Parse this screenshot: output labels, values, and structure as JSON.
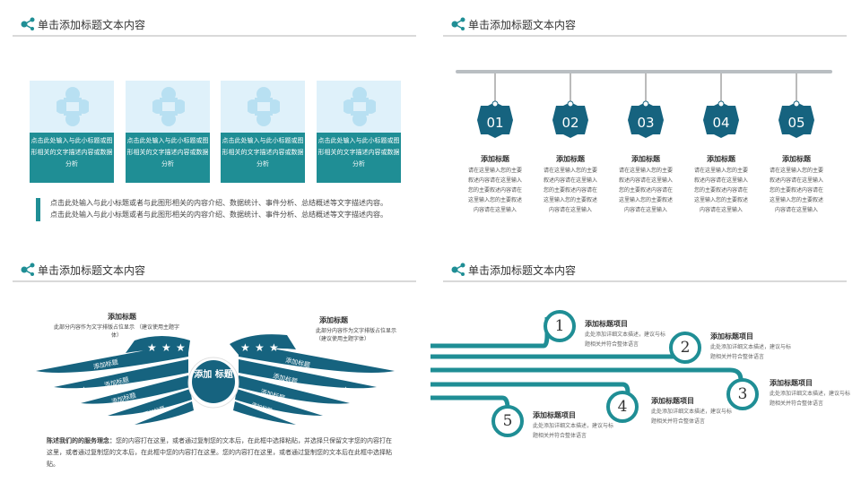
{
  "header_title": "单击添加标题文本内容",
  "colors": {
    "teal": "#1f8e95",
    "dark_teal": "#16637f",
    "light_blue": "#dff1fa",
    "gray_line": "#d9d9d9"
  },
  "panel1": {
    "cards": [
      {
        "caption": "点击此处输入与此小标题或图形相关的文字描述内容或数据分析"
      },
      {
        "caption": "点击此处输入与此小标题或图形相关的文字描述内容或数据分析"
      },
      {
        "caption": "点击此处输入与此小标题或图形相关的文字描述内容或数据分析"
      },
      {
        "caption": "点击此处输入与此小标题或图形相关的文字描述内容或数据分析"
      }
    ],
    "paragraph": "点击此处输入与此小标题或者与此图形相关的内容介绍、数据统计、事件分析、总结概述等文字描述内容。点击此处输入与此小标题或者与此图形相关的内容介绍、数据统计、事件分析、总结概述等文字描述内容。"
  },
  "panel2": {
    "tags": [
      {
        "num": "01",
        "title": "添加标题",
        "desc": "请在这里输入您的主要叙述内容请在这里输入您的主要叙述内容请在这里输入您的主要叙述内容请在这里输入"
      },
      {
        "num": "02",
        "title": "添加标题",
        "desc": "请在这里输入您的主要叙述内容请在这里输入您的主要叙述内容请在这里输入您的主要叙述内容请在这里输入"
      },
      {
        "num": "03",
        "title": "添加标题",
        "desc": "请在这里输入您的主要叙述内容请在这里输入您的主要叙述内容请在这里输入您的主要叙述内容请在这里输入"
      },
      {
        "num": "04",
        "title": "添加标题",
        "desc": "请在这里输入您的主要叙述内容请在这里输入您的主要叙述内容请在这里输入您的主要叙述内容请在这里输入"
      },
      {
        "num": "05",
        "title": "添加标题",
        "desc": "请在这里输入您的主要叙述内容请在这里输入您的主要叙述内容请在这里输入您的主要叙述内容请在这里输入"
      }
    ]
  },
  "panel3": {
    "left_title": "添加标题",
    "left_sub": "此部分内容作为文字排版占位显示 （建议使用主题字体）",
    "right_title": "添加标题",
    "right_sub": "此部分内容作为文字排版占位显示 （建议使用主题字体）",
    "center": "添加 标题",
    "wing_label": "添加标题",
    "bottom_bold": "陈述我们的的服务理念：",
    "bottom_text": "您的内容打在这里，或者通过复制您的文本后，在此框中选择粘贴，并选择只保留文字您的内容打在这里，或者通过复制您的文本后，在此框中您的内容打在这里。您的内容打在这里，或者通过复制您的文本后在此框中选择粘贴。"
  },
  "panel4": {
    "steps": [
      {
        "num": "1",
        "title": "添加标题项目",
        "desc": "此处添加详细文本描述，建议与标题相关并符合整体语言"
      },
      {
        "num": "2",
        "title": "添加标题项目",
        "desc": "此处添加详细文本描述，建议与标题相关并符合整体语言"
      },
      {
        "num": "3",
        "title": "添加标题项目",
        "desc": "此处添加详细文本描述，建议与标题相关并符合整体语言"
      },
      {
        "num": "4",
        "title": "添加标题项目",
        "desc": "此处添加详细文本描述，建议与标题相关并符合整体语言"
      },
      {
        "num": "5",
        "title": "添加标题项目",
        "desc": "此处添加详细文本描述，建议与标题相关并符合整体语言"
      }
    ]
  }
}
